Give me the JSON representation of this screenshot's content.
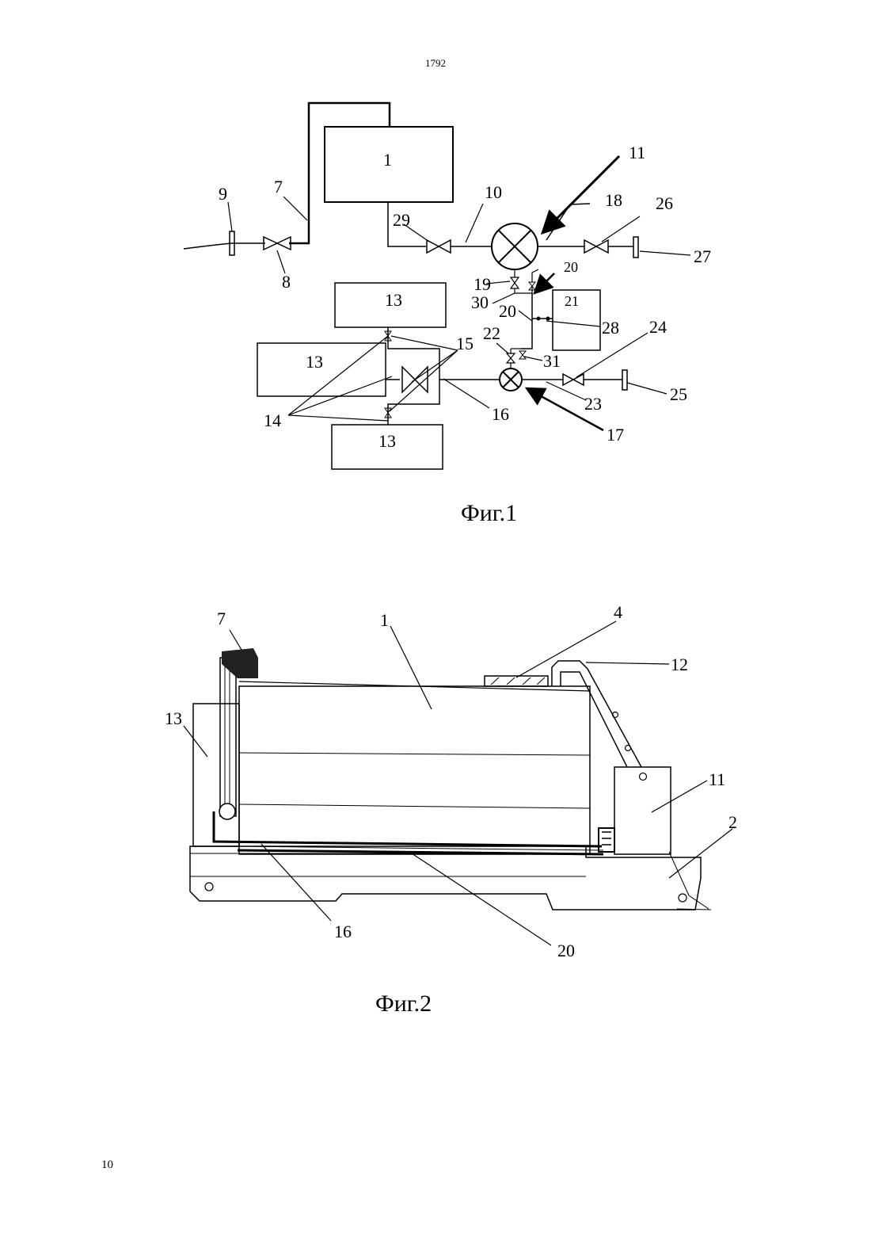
{
  "header": {
    "doc_number": "1792"
  },
  "footer": {
    "page_number": "10"
  },
  "figure1": {
    "caption": "Фиг.1",
    "labels": {
      "n1": "1",
      "n7": "7",
      "n8": "8",
      "n9": "9",
      "n10": "10",
      "n11": "11",
      "n13a": "13",
      "n13b": "13",
      "n13c": "13",
      "n14": "14",
      "n15": "15",
      "n16": "16",
      "n17": "17",
      "n18": "18",
      "n19": "19",
      "n20a": "20",
      "n20b": "20",
      "n21": "21",
      "n22": "22",
      "n23": "23",
      "n24": "24",
      "n25": "25",
      "n26": "26",
      "n27": "27",
      "n28": "28",
      "n29": "29",
      "n30": "30",
      "n31": "31"
    }
  },
  "figure2": {
    "caption": "Фиг.2",
    "labels": {
      "n1": "1",
      "n2": "2",
      "n4": "4",
      "n7": "7",
      "n11": "11",
      "n12": "12",
      "n13": "13",
      "n16": "16",
      "n20": "20"
    }
  }
}
